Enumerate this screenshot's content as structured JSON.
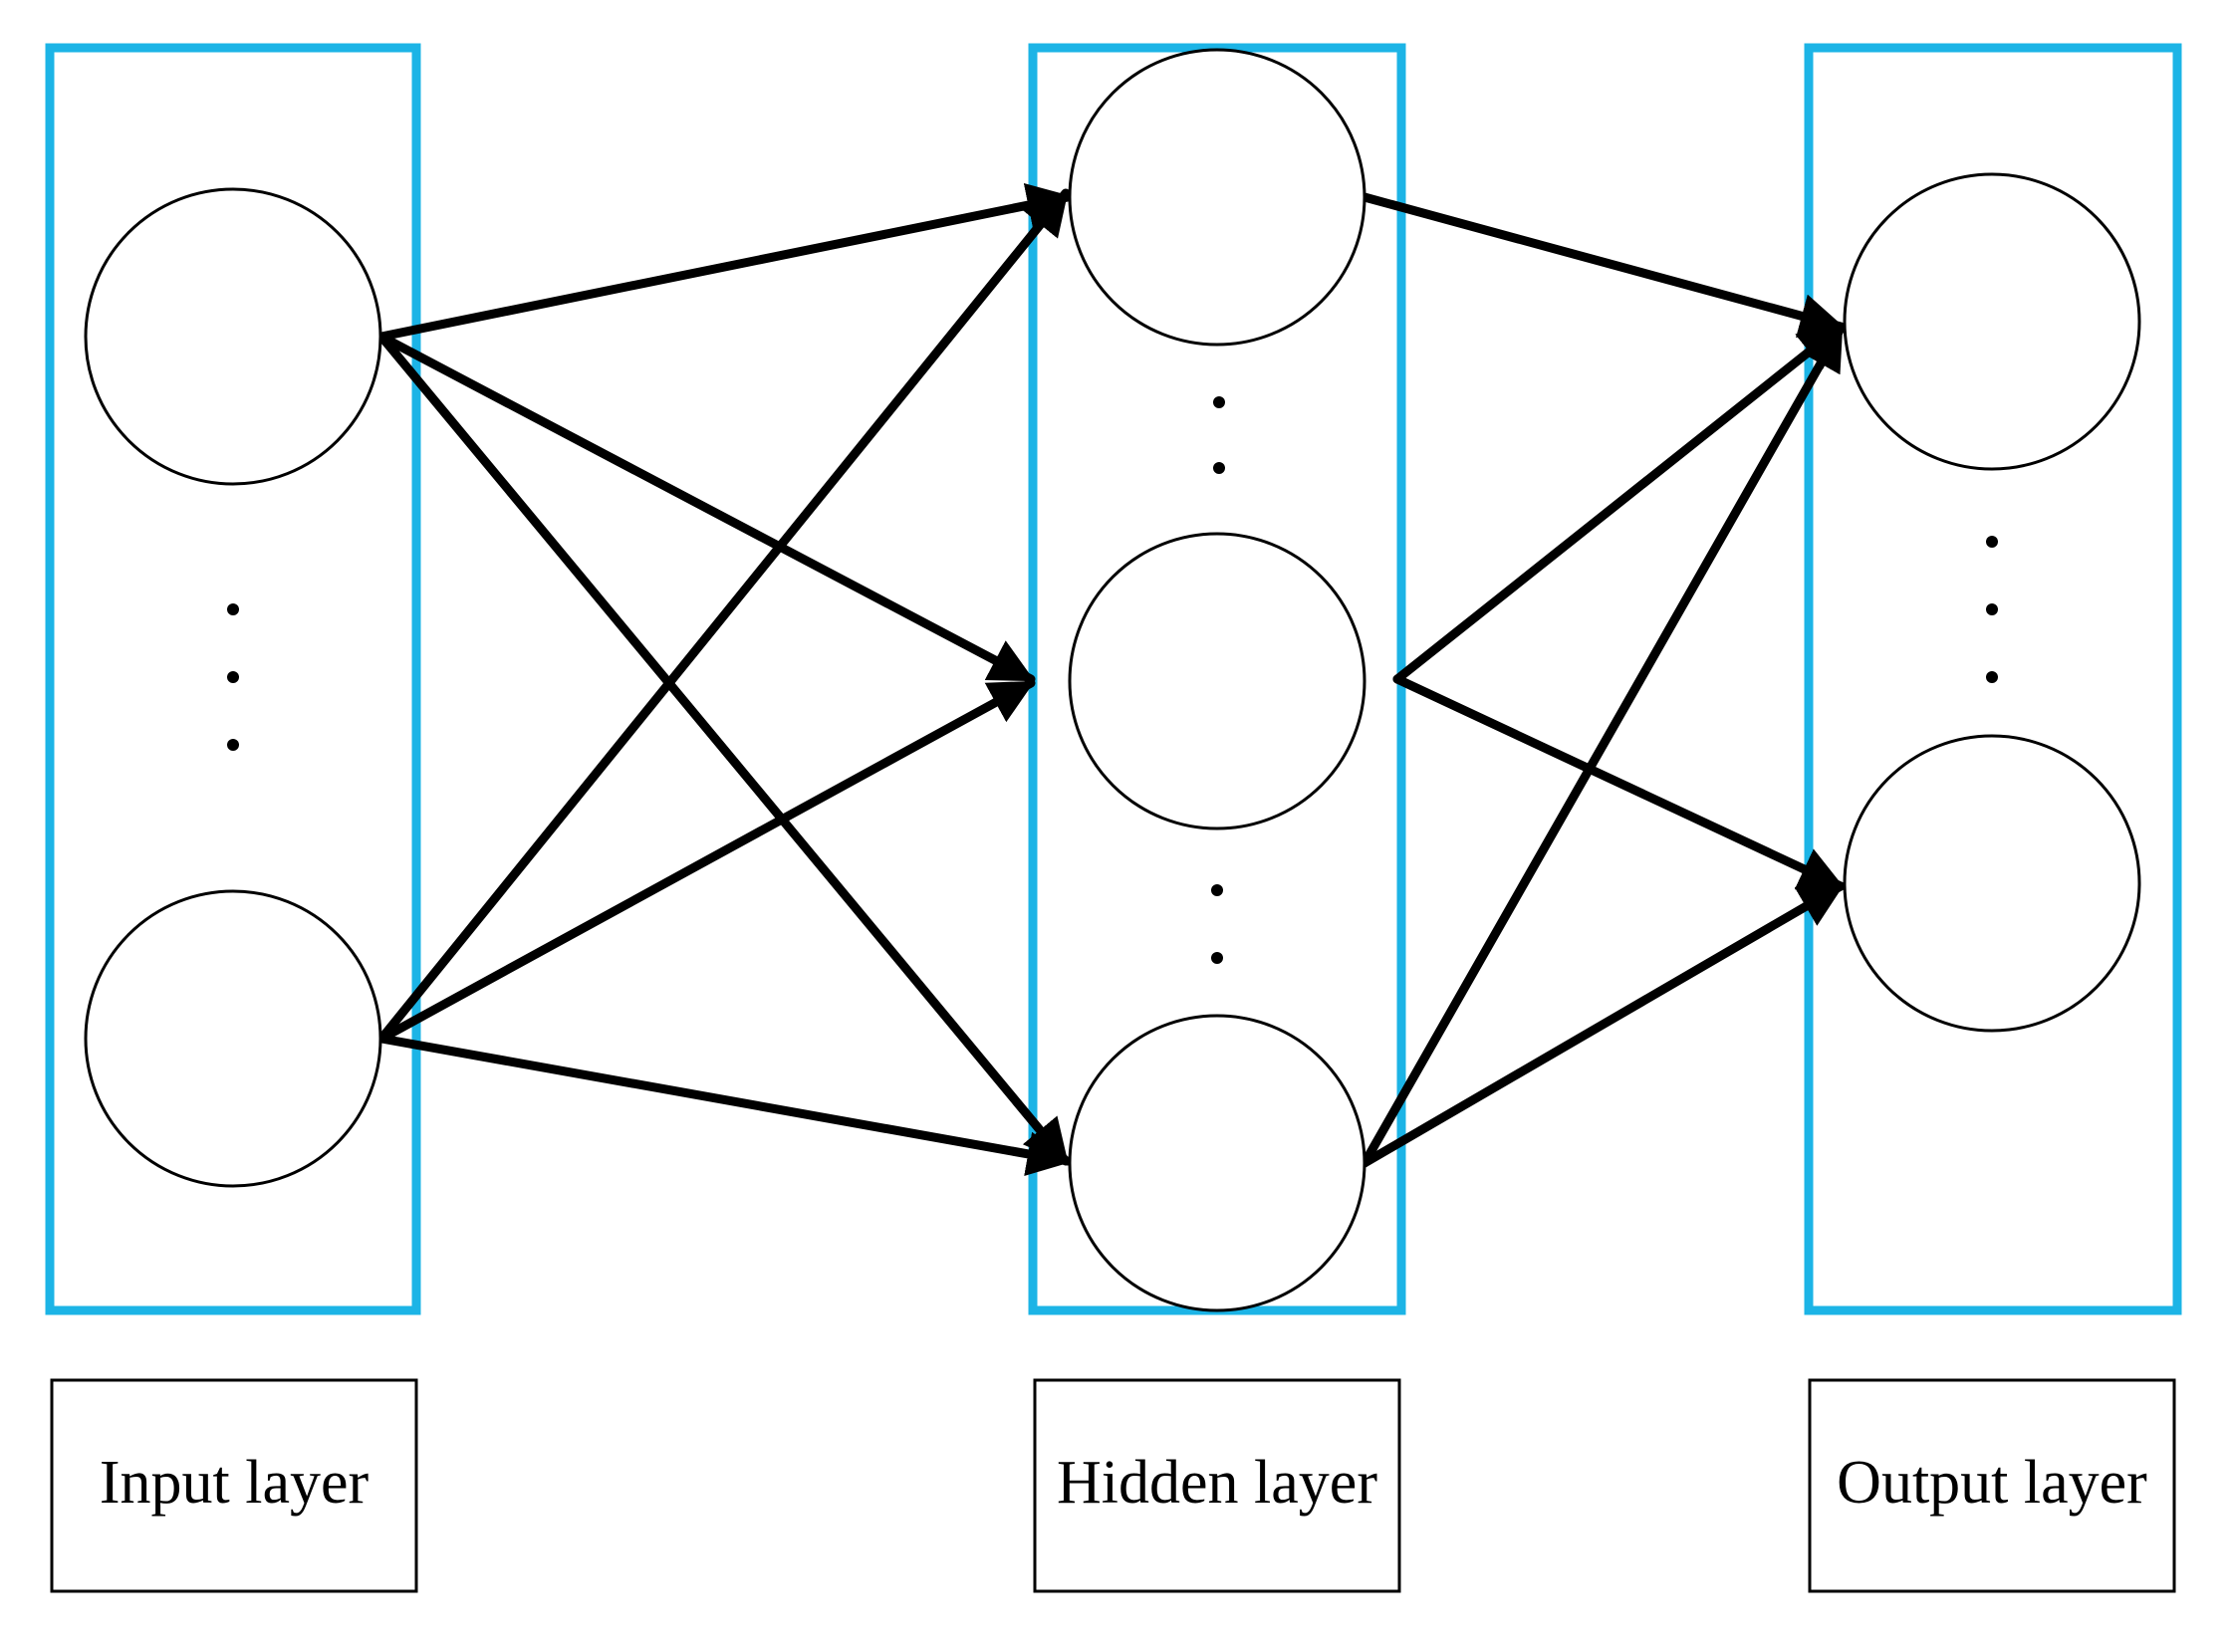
{
  "diagram": {
    "colors": {
      "layer_border": "#1cb4e6",
      "neuron_stroke": "#000000",
      "edge": "#000000",
      "background": "#ffffff"
    },
    "layers": [
      {
        "id": "input",
        "label": "Input layer"
      },
      {
        "id": "hidden",
        "label": "Hidden layer"
      },
      {
        "id": "output",
        "label": "Output layer"
      }
    ]
  }
}
